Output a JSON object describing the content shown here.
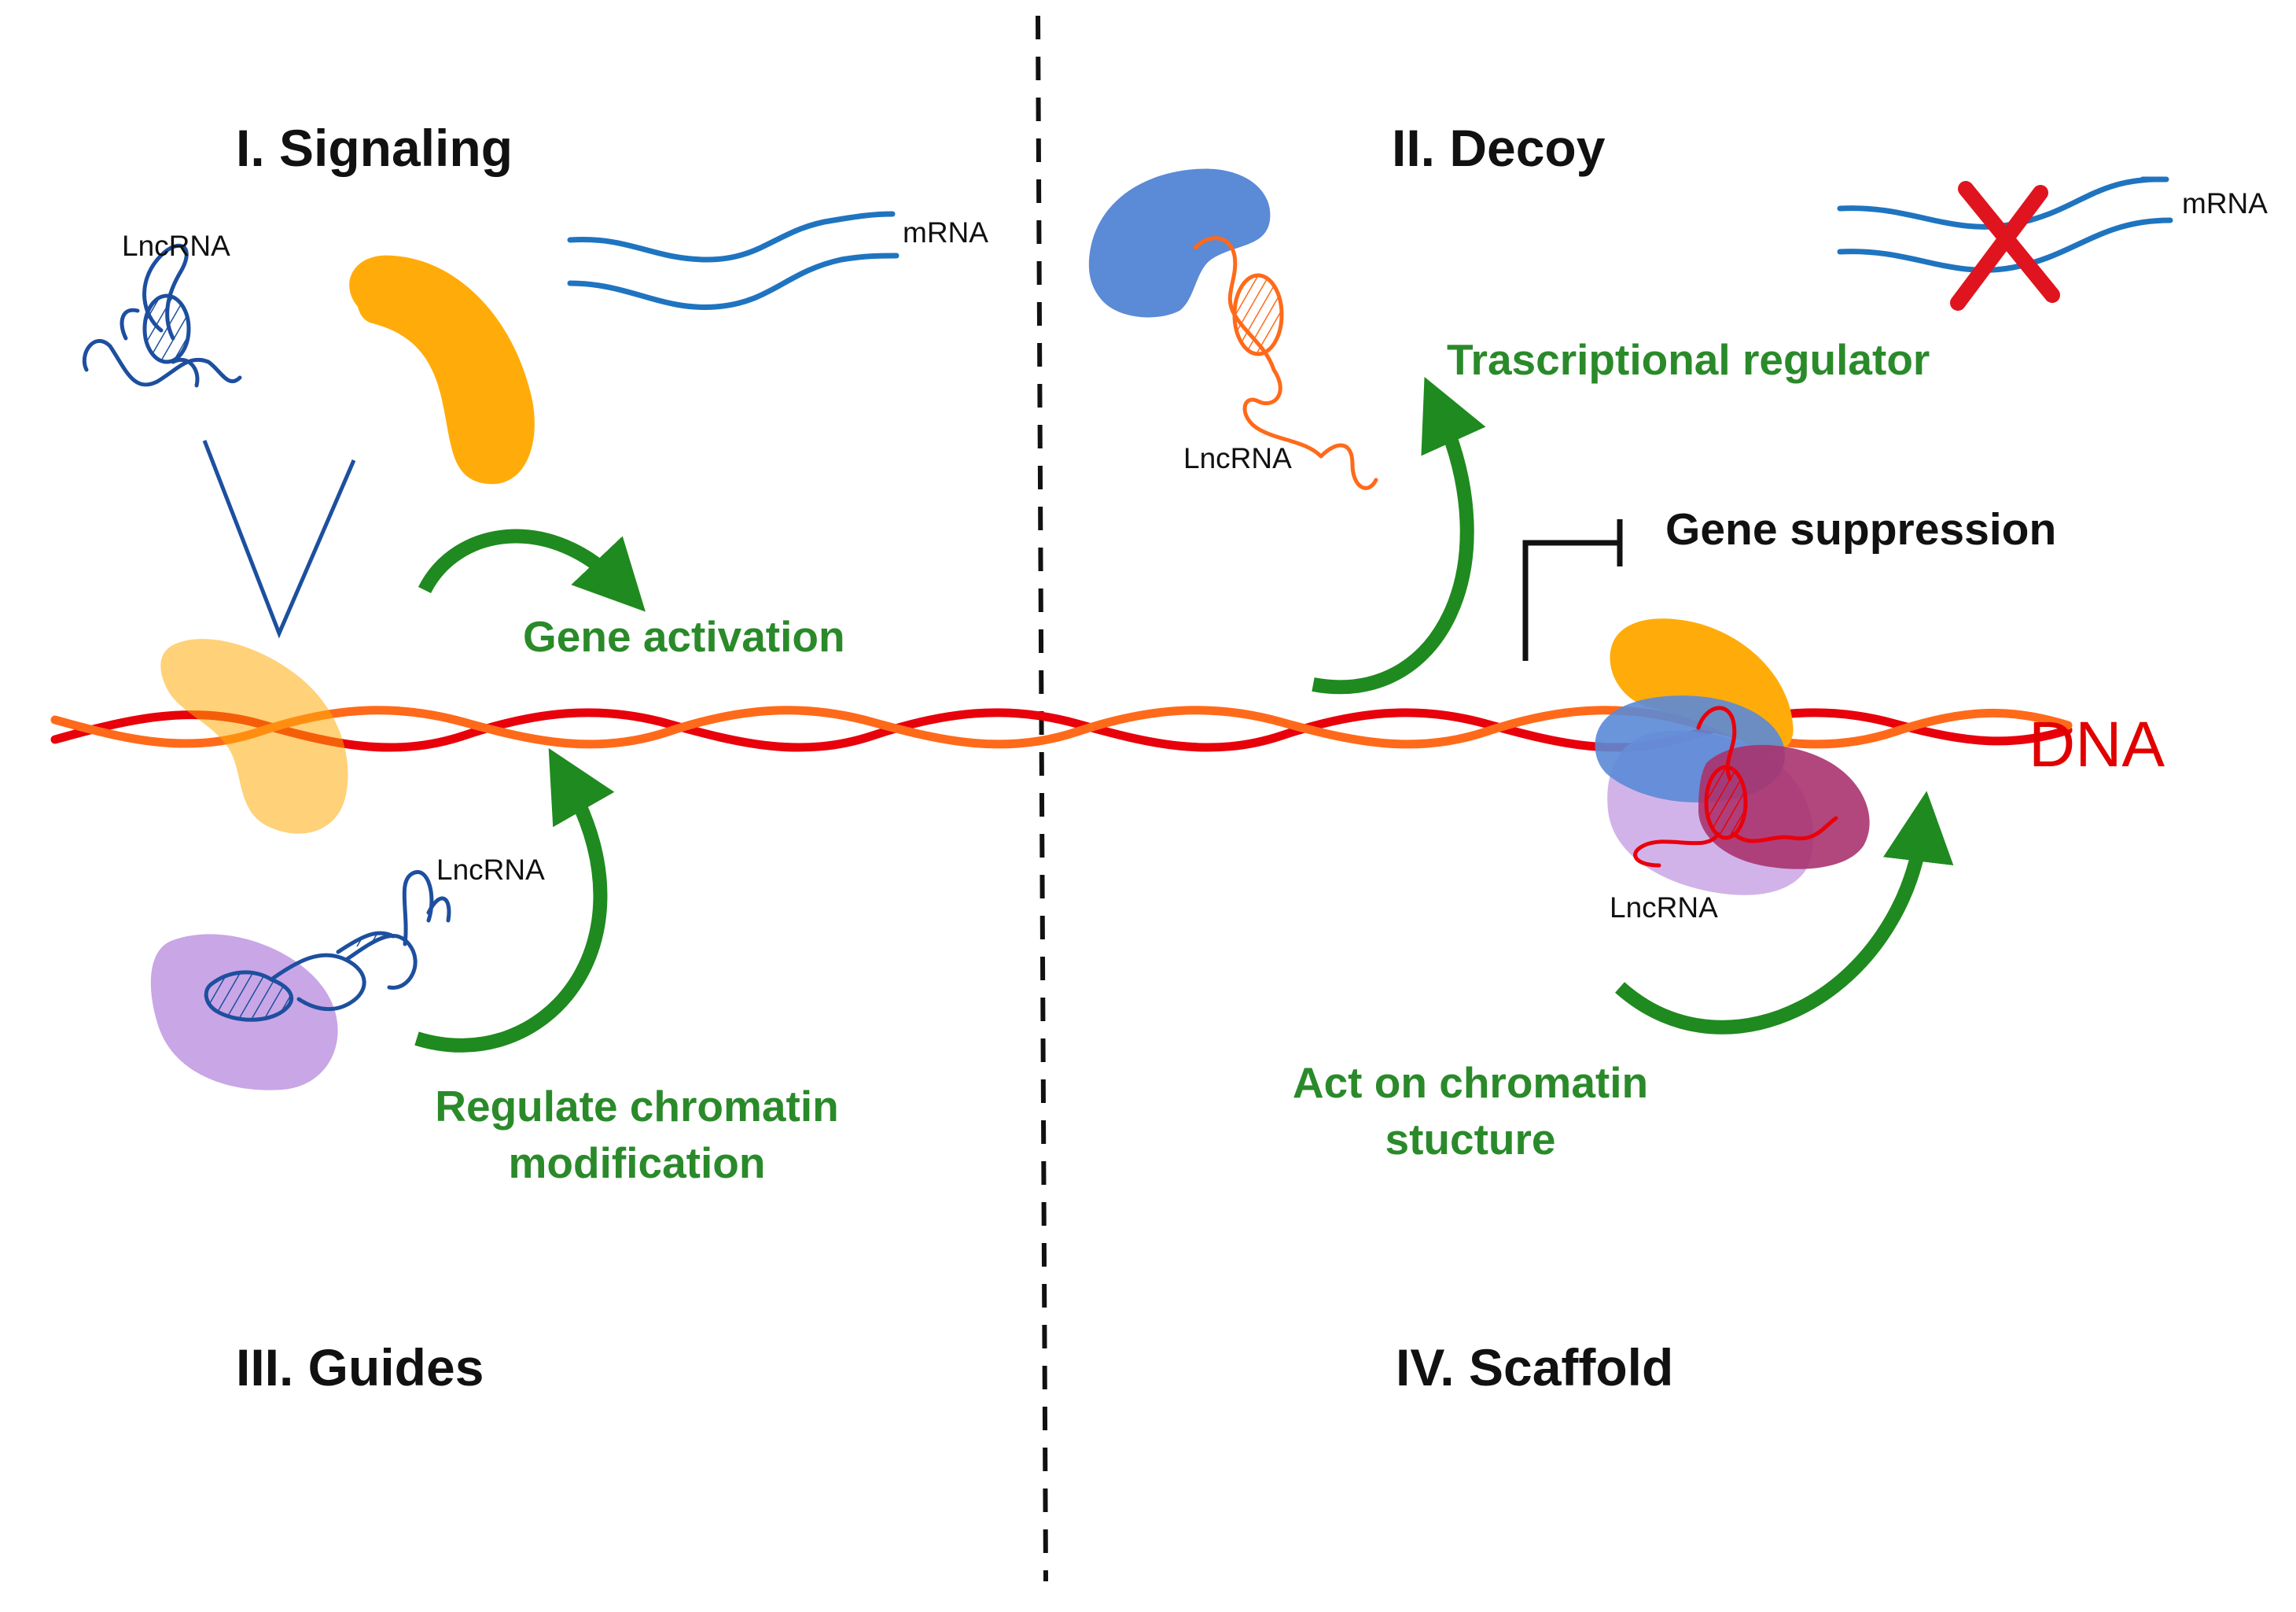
{
  "panels": {
    "signaling": "I. Signaling",
    "decoy": "II. Decoy",
    "guides": "III. Guides",
    "scaffold": "IV. Scaffold"
  },
  "labels": {
    "lncrna_signaling": "LncRNA",
    "mrna_signaling": "mRNA",
    "gene_activation": "Gene activation",
    "lncrna_guides": "LncRNA",
    "regulate_line1": "Regulate chromatin",
    "regulate_line2": "modification",
    "lncrna_decoy": "LncRNA",
    "mrna_decoy": "mRNA",
    "transcriptional_regulator": "Trascriptional regulator",
    "gene_suppression": "Gene suppression",
    "lncrna_scaffold": "LncRNA",
    "chromatin_line1": "Act on chromatin",
    "chromatin_line2": "stucture",
    "dna": "DNA"
  },
  "colors": {
    "dna_strand": "#e8000b",
    "dna_strand_alt": "#ff6a1a",
    "arrow_green": "#1f8a1f",
    "text_green": "#2a8a2a",
    "protein_orange": "#ffac0a",
    "protein_blue": "#5b8ad6",
    "protein_purple": "#c9a6e6",
    "protein_magenta": "#a8336e",
    "rna_blue": "#1d4f9f",
    "rna_orange": "#ff6a1a",
    "mrna_blue": "#1f74c0",
    "cross_red": "#e0141e"
  }
}
